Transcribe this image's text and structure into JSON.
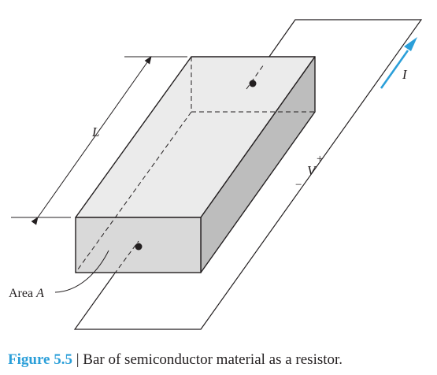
{
  "labels": {
    "length": "L",
    "current": "I",
    "voltage": "V",
    "plus": "+",
    "minus": "−",
    "area_prefix": "Area ",
    "area_var": "A"
  },
  "caption": {
    "number": "Figure 5.5",
    "separator": " | ",
    "text": "Bar of semiconductor material as a resistor."
  },
  "colors": {
    "top_face": "#ebebeb",
    "front_face": "#d9d9d9",
    "side_face": "#bdbdbd",
    "stroke": "#231f20",
    "accent": "#2b9fd9"
  }
}
